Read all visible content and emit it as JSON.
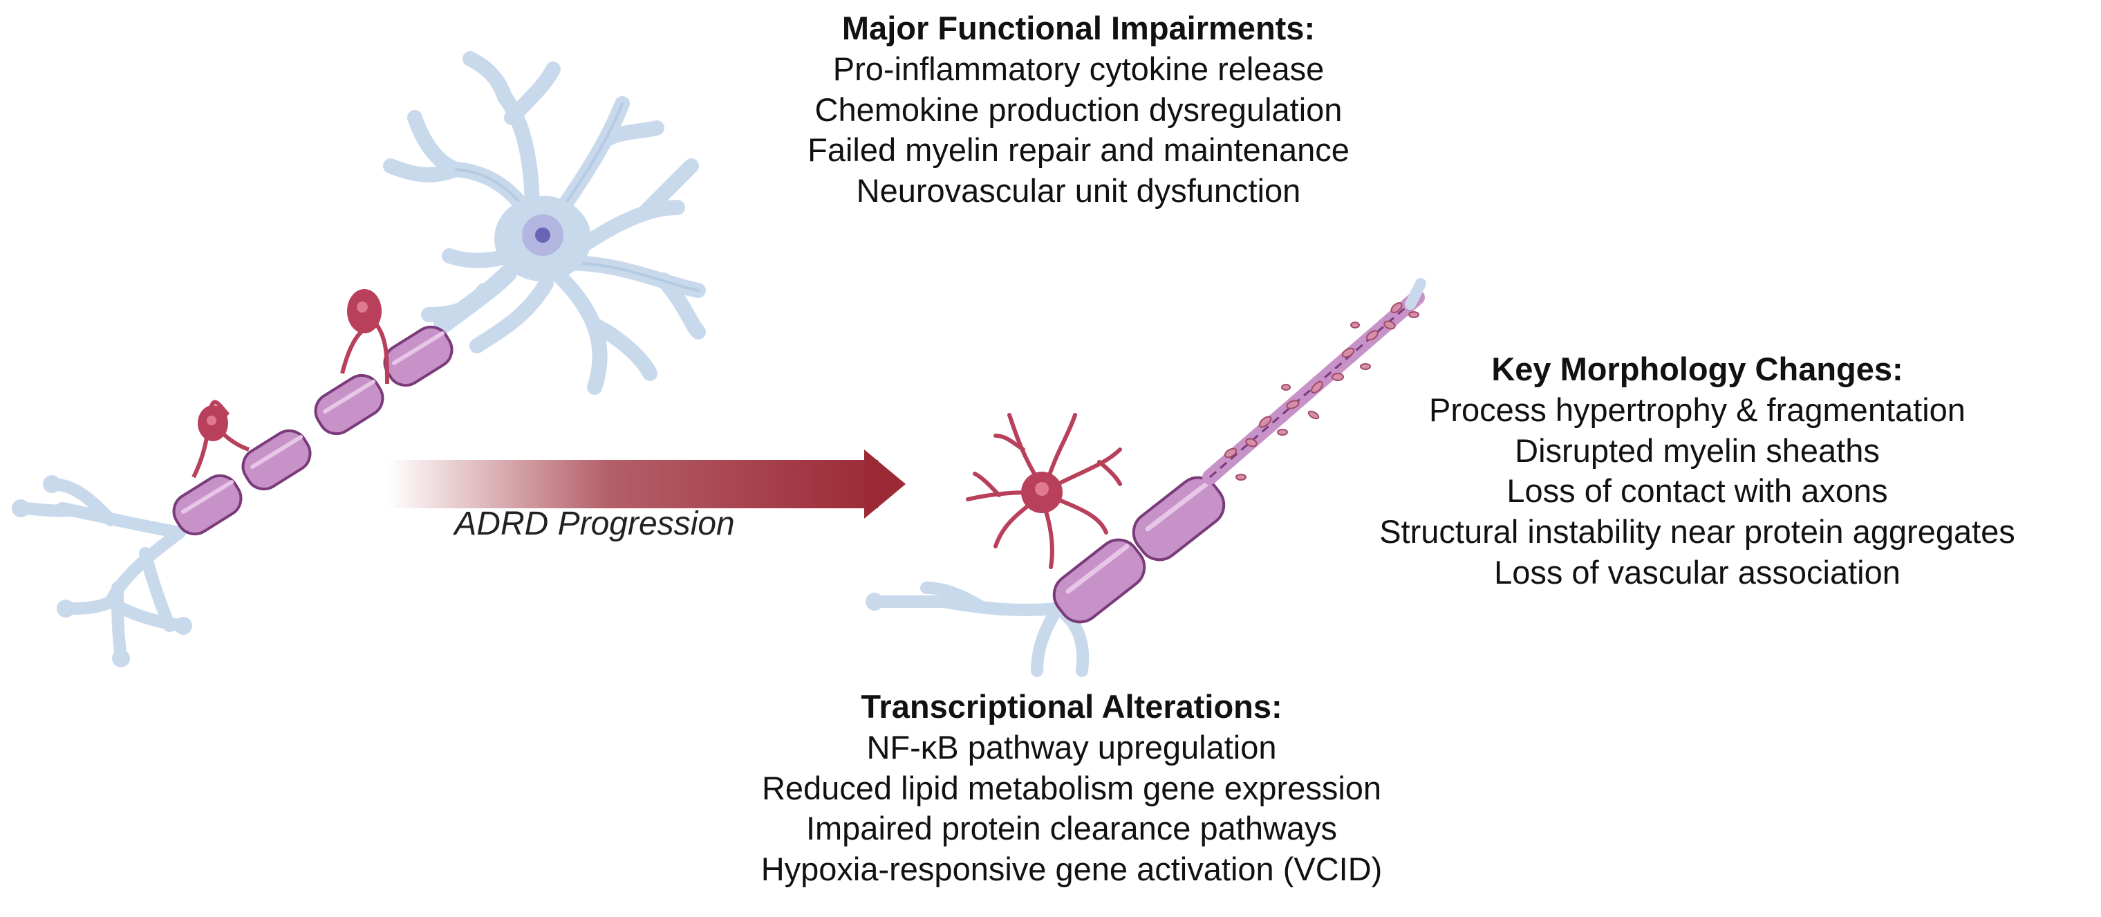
{
  "arrow": {
    "label": "ADRD Progression",
    "color": "#9b2a36"
  },
  "colors": {
    "astrocyte_fill": "#c9d9ec",
    "astrocyte_stroke": "#9fb9d9",
    "nucleus": "#6b63b5",
    "myelin_fill": "#c792c8",
    "myelin_stroke": "#7a3b7a",
    "microglia": "#b8405a"
  },
  "impairments": {
    "heading": "Major Functional Impairments:",
    "items": [
      "Pro-inflammatory cytokine release",
      "Chemokine production dysregulation",
      "Failed myelin repair and maintenance",
      "Neurovascular unit dysfunction"
    ]
  },
  "morphology": {
    "heading": "Key Morphology Changes:",
    "items": [
      "Process hypertrophy & fragmentation",
      "Disrupted myelin sheaths",
      "Loss of contact with axons",
      "Structural instability near protein aggregates",
      "Loss of vascular association"
    ]
  },
  "transcription": {
    "heading": "Transcriptional Alterations:",
    "items": [
      "NF-κB pathway upregulation",
      "Reduced lipid metabolism gene expression",
      "Impaired protein clearance pathways",
      "Hypoxia-responsive gene activation (VCID)"
    ]
  }
}
